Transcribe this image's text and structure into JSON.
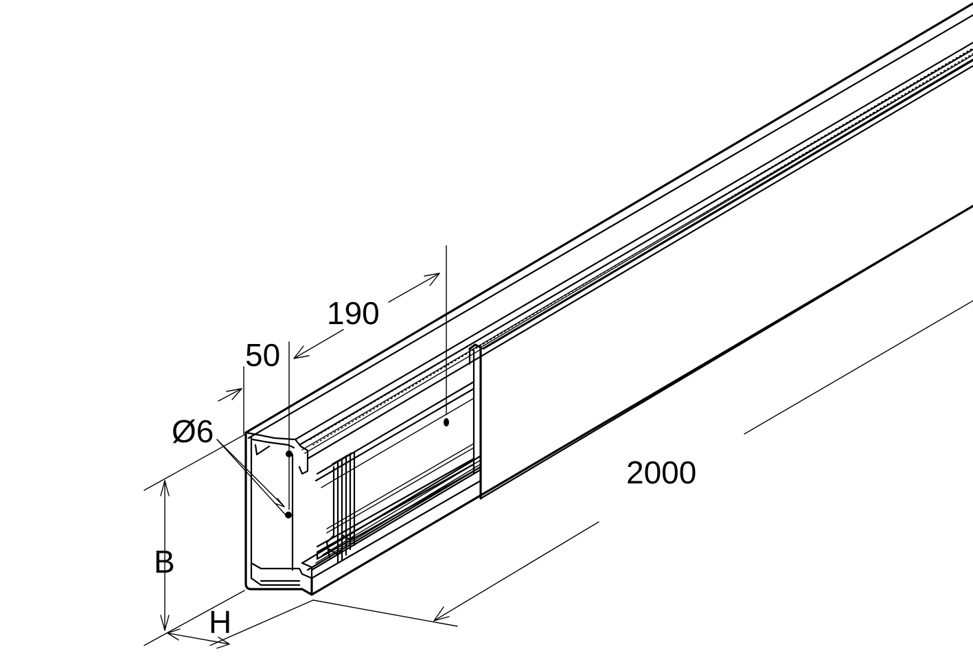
{
  "dimensions": {
    "spacing_190": "190",
    "spacing_50": "50",
    "hole_diameter": "Ø6",
    "length": "2000",
    "width_label": "B",
    "height_label": "H"
  },
  "colors": {
    "line": "#000000",
    "background": "#ffffff"
  }
}
